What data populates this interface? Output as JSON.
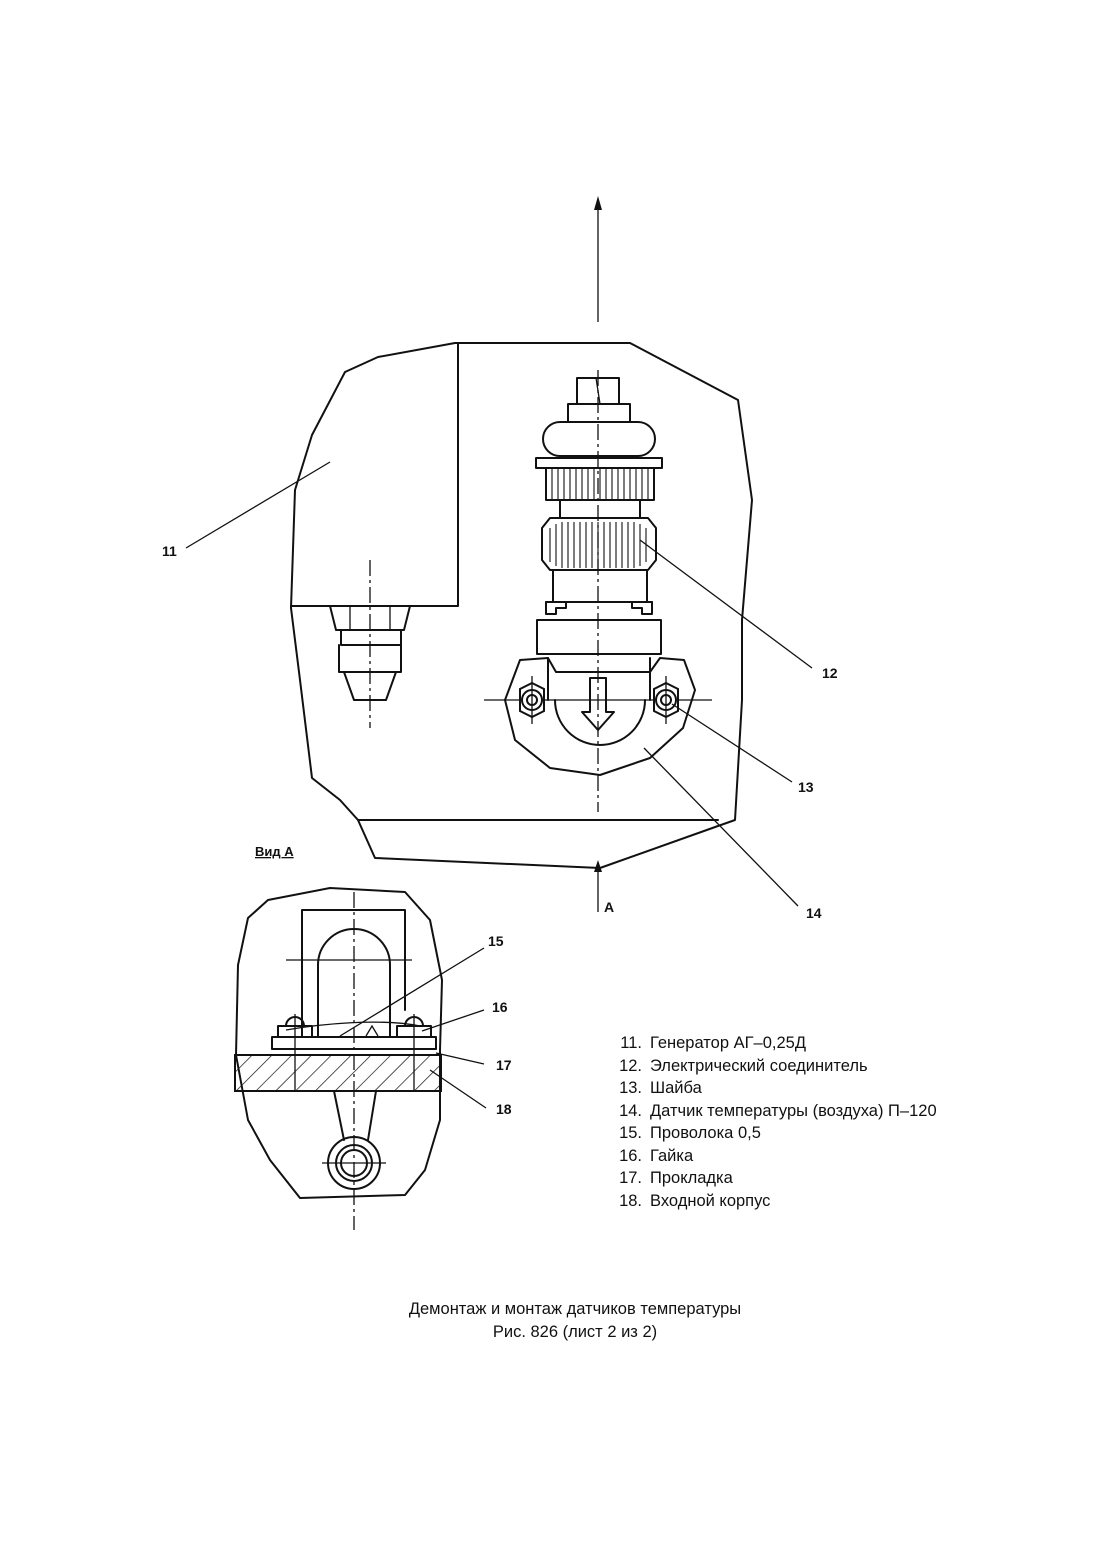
{
  "view_label": "Вид А",
  "arrow_label": "А",
  "callouts": {
    "c11": "11",
    "c12": "12",
    "c13": "13",
    "c14": "14",
    "c15": "15",
    "c16": "16",
    "c17": "17",
    "c18": "18"
  },
  "legend": [
    {
      "num": "11.",
      "text": "Генератор АГ–0,25Д"
    },
    {
      "num": "12.",
      "text": "Электрический соединитель"
    },
    {
      "num": "13.",
      "text": "Шайба"
    },
    {
      "num": "14.",
      "text": "Датчик температуры (воздуха) П–120"
    },
    {
      "num": "15.",
      "text": "Проволока 0,5"
    },
    {
      "num": "16.",
      "text": "Гайка"
    },
    {
      "num": "17.",
      "text": "Прокладка"
    },
    {
      "num": "18.",
      "text": "Входной корпус"
    }
  ],
  "caption": {
    "line1": "Демонтаж и монтаж датчиков температуры",
    "line2": "Рис. 826 (лист 2 из 2)"
  }
}
